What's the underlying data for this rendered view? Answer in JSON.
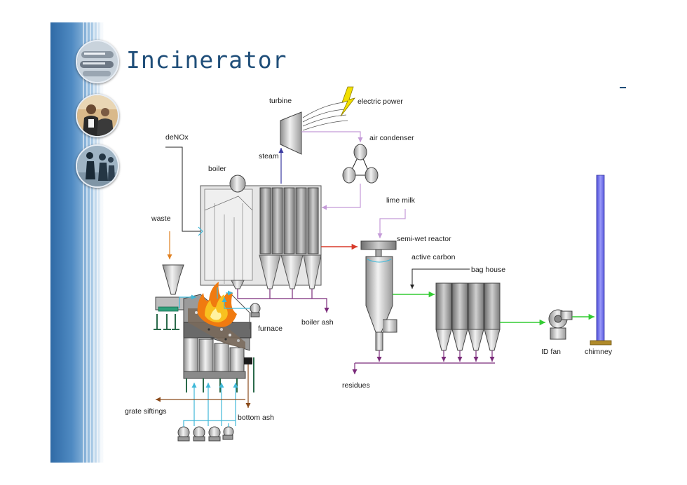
{
  "slide": {
    "title": "Incinerator"
  },
  "labels": {
    "turbine": "turbine",
    "electric_power": "electric power",
    "air_condenser": "air condenser",
    "denox": "deNOx",
    "steam": "steam",
    "boiler": "boiler",
    "waste": "waste",
    "lime_milk": "lime milk",
    "semi_wet_reactor": "semi-wet reactor",
    "active_carbon": "active carbon",
    "bag_house": "bag house",
    "furnace": "furnace",
    "boiler_ash": "boiler ash",
    "id_fan": "ID fan",
    "chimney": "chimney",
    "residues": "residues",
    "grate_siftings": "grate siftings",
    "bottom_ash": "bottom ash"
  },
  "colors": {
    "title": "#1f4e79",
    "steam_line": "#3a3aa0",
    "condensate_line": "#c49ad8",
    "flue_gas_hot": "#d83a2a",
    "flue_gas_clean": "#33cc33",
    "ash_line": "#7a2a7a",
    "air_line": "#3fb8d8",
    "waste_arrow": "#e08020",
    "bottom_ash_arrow": "#8a4a1a",
    "chimney": "#6a6ae8"
  },
  "icons": [
    "photo-rollers-icon",
    "photo-business-people-icon",
    "photo-walking-people-icon",
    "lightning-icon"
  ]
}
